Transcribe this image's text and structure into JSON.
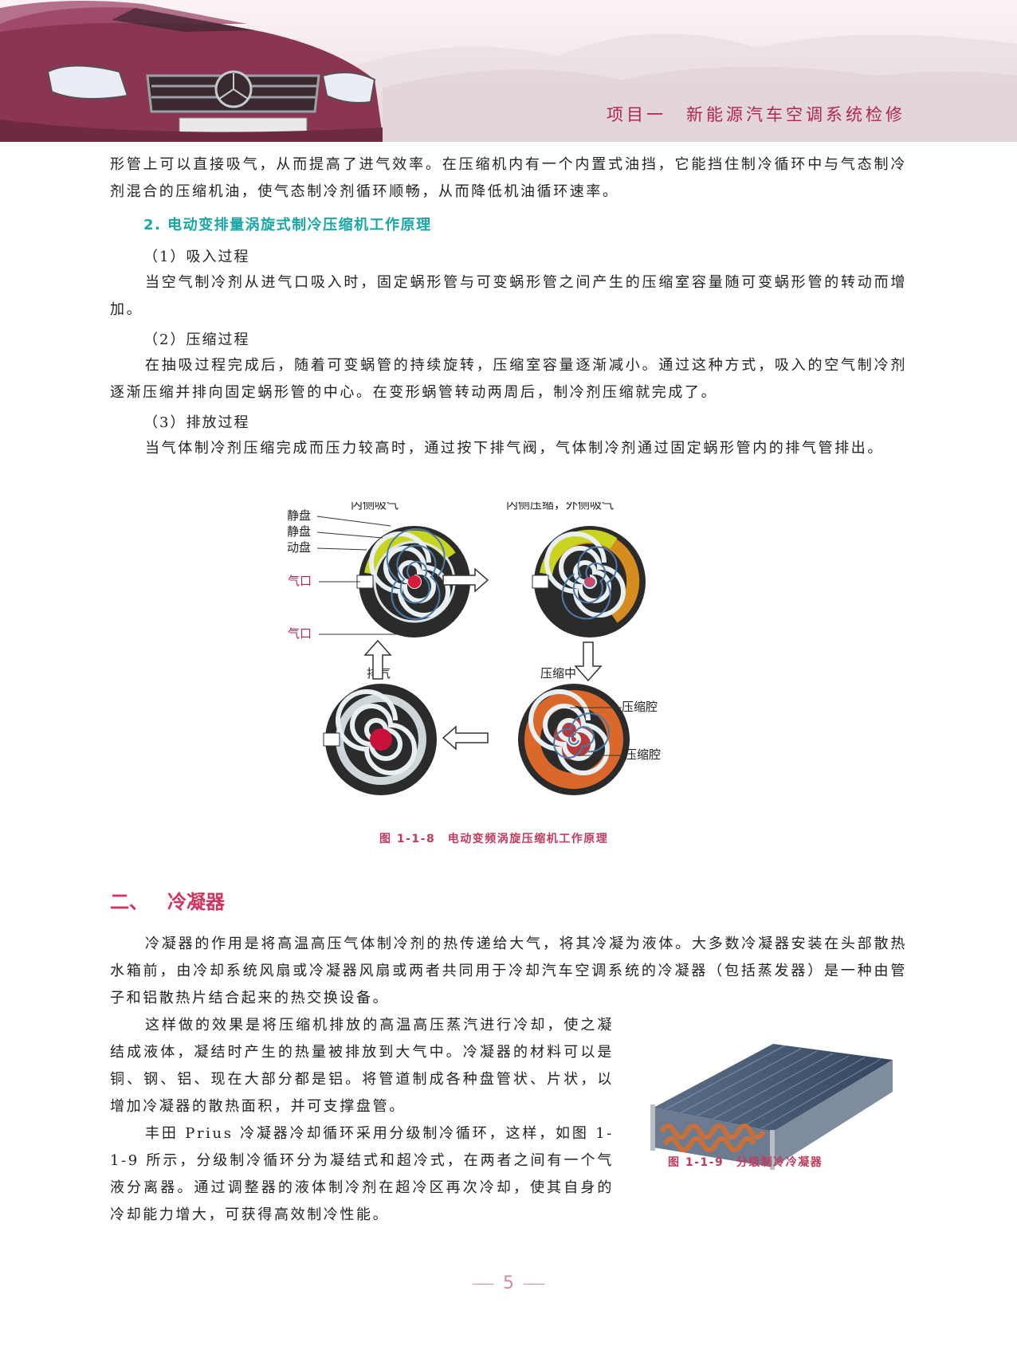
{
  "header": {
    "title": "项目一　新能源汽车空调系统检修"
  },
  "paragraphs": {
    "p1": "形管上可以直接吸气，从而提高了进气效率。在压缩机内有一个内置式油挡，它能挡住制冷循环中与气态制冷剂混合的压缩机油，使气态制冷剂循环顺畅，从而降低机油循环速率。",
    "sub_heading": "2. 电动变排量涡旋式制冷压缩机工作原理",
    "step1_label": "（1）吸入过程",
    "step1_text": "当空气制冷剂从进气口吸入时，固定蜗形管与可变蜗形管之间产生的压缩室容量随可变蜗形管的转动而增加。",
    "step2_label": "（2）压缩过程",
    "step2_text": "在抽吸过程完成后，随着可变蜗管的持续旋转，压缩室容量逐渐减小。通过这种方式，吸入的空气制冷剂逐渐压缩并排向固定蜗形管的中心。在变形蜗管转动两周后，制冷剂压缩就完成了。",
    "step3_label": "（3）排放过程",
    "step3_text": "当气体制冷剂压缩完成而压力较高时，通过按下排气阀，气体制冷剂通过固定蜗形管内的排气管排出。"
  },
  "figure1": {
    "labels": {
      "top_left": "内侧吸气",
      "top_right": "内侧压缩，外侧吸气",
      "static1": "静盘",
      "static2": "静盘",
      "moving": "动盘",
      "intake1": "吸气口",
      "intake2": "吸气口",
      "exhaust": "排气",
      "compressing": "压缩中",
      "chamber1": "压缩腔",
      "chamber2": "压缩腔"
    },
    "caption": "图 1-1-8　电动变频涡旋压缩机工作原理"
  },
  "section2": {
    "heading_num": "二、",
    "heading_text": "冷凝器",
    "p1": "冷凝器的作用是将高温高压气体制冷剂的热传递给大气，将其冷凝为液体。大多数冷凝器安装在头部散热水箱前，由冷却系统风扇或冷凝器风扇或两者共同用于冷却汽车空调系统的冷凝器（包括蒸发器）是一种由管子和铝散热片结合起来的热交换设备。",
    "p2": "这样做的效果是将压缩机排放的高温高压蒸汽进行冷却，使之凝结成液体，凝结时产生的热量被排放到大气中。冷凝器的材料可以是铜、钢、铝、现在大部分都是铝。将管道制成各种盘管状、片状，以增加冷凝器的散热面积，并可支撑盘管。",
    "p3": "丰田 Prius 冷凝器冷却循环采用分级制冷循环，这样，如图 1-1-9 所示，分级制冷循环分为凝结式和超冷式，在两者之间有一个气液分离器。通过调整器的液体制冷剂在超冷区再次冷却，使其自身的冷却能力增大，可获得高效制冷性能。",
    "figure_caption": "图 1-1-9　分级制冷冷凝器"
  },
  "page_number": "5",
  "colors": {
    "accent": "#b3244e",
    "teal": "#1aa6a6",
    "section": "#d2335f"
  }
}
